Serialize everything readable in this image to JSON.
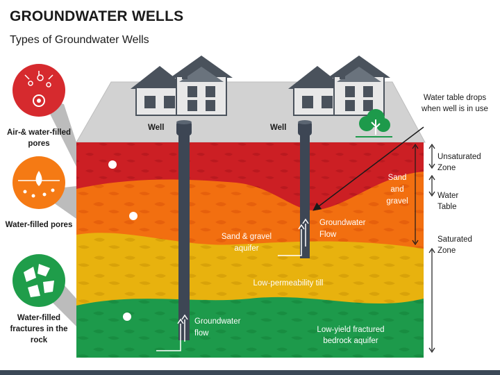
{
  "title": "GROUNDWATER WELLS",
  "subtitle": "Types of Groundwater Wells",
  "icons": [
    {
      "label": "Air-& water-filled pores",
      "icon": "air-water-pores-icon",
      "color": "#d62a2e"
    },
    {
      "label": "Water-filled pores",
      "icon": "water-pores-icon",
      "color": "#f57a14"
    },
    {
      "label": "Water-filled fractures in the rock",
      "icon": "fractures-icon",
      "color": "#1f9d4a"
    }
  ],
  "scene": {
    "well_left": "Well",
    "well_right": "Well",
    "callout": "Water table drops when well is in use",
    "sand_gravel_label": "Sand and gravel",
    "sand_gravel_aquifer": "Sand & gravel aquifer",
    "groundwater_flow_upper": "Groundwater Flow",
    "low_permeability": "Low-permeability till",
    "groundwater_flow_lower": "Groundwater flow",
    "bedrock": "Low-yield fractured bedrock aquifer"
  },
  "zones": {
    "unsaturated": "Unsaturated Zone",
    "water_table": "Water Table",
    "saturated": "Saturated Zone"
  },
  "colors": {
    "red_layer": "#cc1f24",
    "orange_layer": "#f26f10",
    "yellow_layer": "#e8b20e",
    "green_layer": "#1d9a4b",
    "ground": "#d2d2d2",
    "pipe": "#3d4654"
  }
}
